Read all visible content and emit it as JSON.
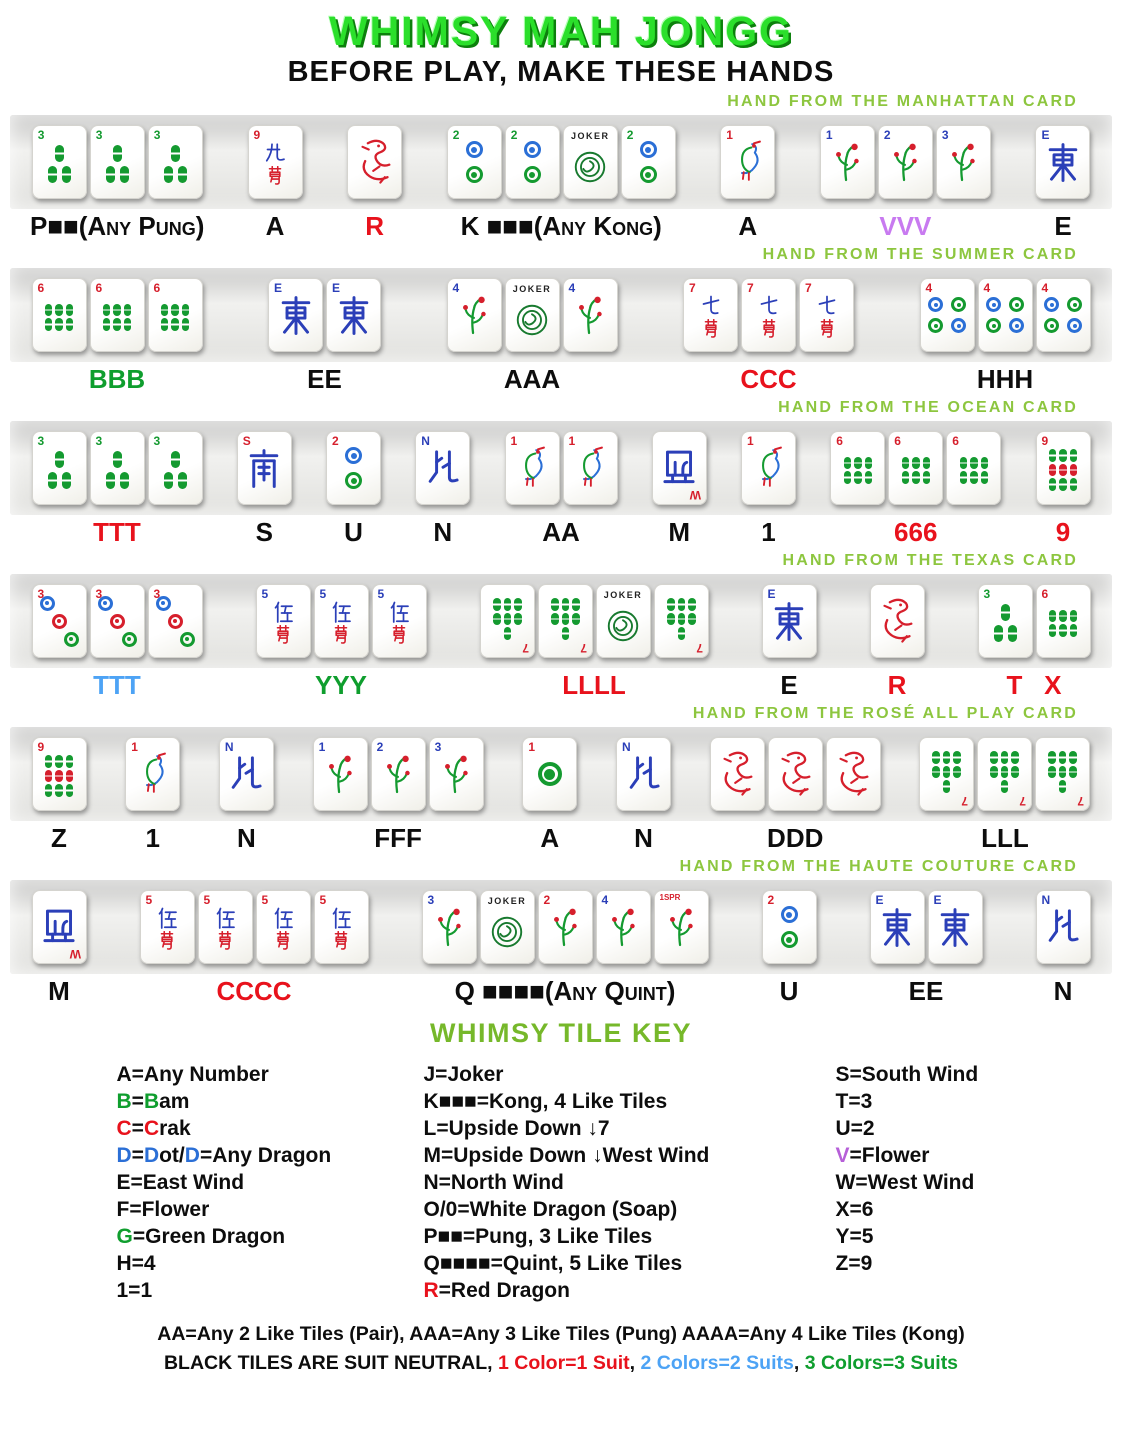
{
  "page": {
    "title": "WHIMSY MAH JONGG",
    "subtitle": "BEFORE PLAY, MAKE THESE HANDS"
  },
  "colors": {
    "title_green": "#2bdf2b",
    "card_label_green": "#8dc63f",
    "key_green": "#76b82a",
    "red": "#e8121c",
    "green": "#0f9e2e",
    "blue": "#2b6fd6",
    "light_blue": "#4da3f5",
    "purple": "#c87af0"
  },
  "tiles_text": {
    "joker": "JOKER"
  },
  "rows": [
    {
      "card": "HAND FROM THE MANHATTAN CARD",
      "groups": [
        {
          "label": "P■■(Any Pung)",
          "lc": "k",
          "tiles": [
            {
              "k": "bam",
              "n": 3
            },
            {
              "k": "bam",
              "n": 3
            },
            {
              "k": "bam",
              "n": 3
            }
          ]
        },
        {
          "label": "A",
          "lc": "k",
          "tiles": [
            {
              "k": "crak",
              "n": 9
            }
          ]
        },
        {
          "label": "R",
          "lc": "r",
          "tiles": [
            {
              "k": "dragon"
            }
          ]
        },
        {
          "label": "K ■■■(Any Kong)",
          "lc": "k",
          "tiles": [
            {
              "k": "dot",
              "n": 2,
              "cc": "g"
            },
            {
              "k": "dot",
              "n": 2,
              "cc": "g"
            },
            {
              "k": "joker"
            },
            {
              "k": "dot",
              "n": 2,
              "cc": "g"
            }
          ]
        },
        {
          "label": "A",
          "lc": "k",
          "tiles": [
            {
              "k": "bam",
              "n": 1
            }
          ]
        },
        {
          "label": "VVV",
          "lc": "p",
          "tiles": [
            {
              "k": "flower",
              "c": "1"
            },
            {
              "k": "flower",
              "c": "2"
            },
            {
              "k": "flower",
              "c": "3"
            }
          ]
        },
        {
          "label": "E",
          "lc": "k",
          "tiles": [
            {
              "k": "wind",
              "w": "E"
            }
          ]
        }
      ]
    },
    {
      "card": "HAND FROM THE SUMMER CARD",
      "groups": [
        {
          "label": "BBB",
          "lc": "g",
          "tiles": [
            {
              "k": "bam",
              "n": 6
            },
            {
              "k": "bam",
              "n": 6
            },
            {
              "k": "bam",
              "n": 6
            }
          ]
        },
        {
          "label": "EE",
          "lc": "k",
          "tiles": [
            {
              "k": "wind",
              "w": "E"
            },
            {
              "k": "wind",
              "w": "E"
            }
          ]
        },
        {
          "label": "AAA",
          "lc": "k",
          "tiles": [
            {
              "k": "flower",
              "c": "4"
            },
            {
              "k": "joker"
            },
            {
              "k": "flower",
              "c": "4"
            }
          ]
        },
        {
          "label": "CCC",
          "lc": "r",
          "tiles": [
            {
              "k": "crak",
              "n": 7
            },
            {
              "k": "crak",
              "n": 7
            },
            {
              "k": "crak",
              "n": 7
            }
          ]
        },
        {
          "label": "HHH",
          "lc": "k",
          "tiles": [
            {
              "k": "dot",
              "n": 4
            },
            {
              "k": "dot",
              "n": 4
            },
            {
              "k": "dot",
              "n": 4
            }
          ]
        }
      ]
    },
    {
      "card": "HAND FROM THE OCEAN CARD",
      "groups": [
        {
          "label": "TTT",
          "lc": "r",
          "tiles": [
            {
              "k": "bam",
              "n": 3
            },
            {
              "k": "bam",
              "n": 3
            },
            {
              "k": "bam",
              "n": 3
            }
          ]
        },
        {
          "label": "S",
          "lc": "k",
          "tiles": [
            {
              "k": "wind",
              "w": "S"
            }
          ]
        },
        {
          "label": "U",
          "lc": "k",
          "tiles": [
            {
              "k": "dot",
              "n": 2
            }
          ]
        },
        {
          "label": "N",
          "lc": "k",
          "tiles": [
            {
              "k": "wind",
              "w": "N"
            }
          ]
        },
        {
          "label": "AA",
          "lc": "k",
          "tiles": [
            {
              "k": "bam",
              "n": 1
            },
            {
              "k": "bam",
              "n": 1
            }
          ]
        },
        {
          "label": "M",
          "lc": "k",
          "tiles": [
            {
              "k": "wind",
              "w": "W",
              "flip": true
            }
          ]
        },
        {
          "label": "1",
          "lc": "k",
          "tiles": [
            {
              "k": "bam",
              "n": 1
            }
          ]
        },
        {
          "label": "666",
          "lc": "r",
          "tiles": [
            {
              "k": "bam",
              "n": 6
            },
            {
              "k": "bam",
              "n": 6
            },
            {
              "k": "bam",
              "n": 6
            }
          ]
        },
        {
          "label": "9",
          "lc": "r",
          "tiles": [
            {
              "k": "bam",
              "n": 9
            }
          ]
        }
      ]
    },
    {
      "card": "HAND FROM THE TEXAS CARD",
      "groups": [
        {
          "label": "TTT",
          "lc": "lb",
          "tiles": [
            {
              "k": "dot",
              "n": 3
            },
            {
              "k": "dot",
              "n": 3
            },
            {
              "k": "dot",
              "n": 3
            }
          ]
        },
        {
          "label": "YYY",
          "lc": "g",
          "tiles": [
            {
              "k": "crak",
              "n": 5,
              "cc": "b"
            },
            {
              "k": "crak",
              "n": 5,
              "cc": "b"
            },
            {
              "k": "crak",
              "n": 5,
              "cc": "b"
            }
          ]
        },
        {
          "label": "LLLL",
          "lc": "r",
          "tiles": [
            {
              "k": "bam",
              "n": 7,
              "flip": true
            },
            {
              "k": "bam",
              "n": 7,
              "flip": true
            },
            {
              "k": "joker"
            },
            {
              "k": "bam",
              "n": 7,
              "flip": true
            }
          ]
        },
        {
          "label": "E",
          "lc": "k",
          "tiles": [
            {
              "k": "wind",
              "w": "E"
            }
          ]
        },
        {
          "label": "R",
          "lc": "r",
          "tiles": [
            {
              "k": "dragon"
            }
          ]
        },
        {
          "label": "T   X",
          "lc": "r",
          "tiles": [
            {
              "k": "bam",
              "n": 3
            },
            {
              "k": "bam",
              "n": 6
            }
          ]
        }
      ]
    },
    {
      "card": "HAND FROM THE ROSÉ ALL PLAY CARD",
      "groups": [
        {
          "label": "Z",
          "lc": "k",
          "tiles": [
            {
              "k": "bam",
              "n": 9
            }
          ]
        },
        {
          "label": "1",
          "lc": "k",
          "tiles": [
            {
              "k": "bam",
              "n": 1
            }
          ]
        },
        {
          "label": "N",
          "lc": "k",
          "tiles": [
            {
              "k": "wind",
              "w": "N"
            }
          ]
        },
        {
          "label": "FFF",
          "lc": "k",
          "tiles": [
            {
              "k": "flower",
              "c": "1"
            },
            {
              "k": "flower",
              "c": "2"
            },
            {
              "k": "flower",
              "c": "3"
            }
          ]
        },
        {
          "label": "A",
          "lc": "k",
          "tiles": [
            {
              "k": "dot",
              "n": 1
            }
          ]
        },
        {
          "label": "N",
          "lc": "k",
          "tiles": [
            {
              "k": "wind",
              "w": "N"
            }
          ]
        },
        {
          "label": "DDD",
          "lc": "k",
          "tiles": [
            {
              "k": "dragon"
            },
            {
              "k": "dragon"
            },
            {
              "k": "dragon"
            }
          ]
        },
        {
          "label": "LLL",
          "lc": "k",
          "tiles": [
            {
              "k": "bam",
              "n": 7,
              "flip": true
            },
            {
              "k": "bam",
              "n": 7,
              "flip": true
            },
            {
              "k": "bam",
              "n": 7,
              "flip": true
            }
          ]
        }
      ]
    },
    {
      "card": "HAND FROM THE HAUTE COUTURE CARD",
      "groups": [
        {
          "label": "M",
          "lc": "k",
          "tiles": [
            {
              "k": "wind",
              "w": "W",
              "flip": true
            }
          ]
        },
        {
          "label": "CCCC",
          "lc": "r",
          "tiles": [
            {
              "k": "crak",
              "n": 5
            },
            {
              "k": "crak",
              "n": 5
            },
            {
              "k": "crak",
              "n": 5
            },
            {
              "k": "crak",
              "n": 5
            }
          ]
        },
        {
          "label": "Q ■■■■(Any Quint)",
          "lc": "k",
          "tiles": [
            {
              "k": "flower",
              "c": "3"
            },
            {
              "k": "joker"
            },
            {
              "k": "flower",
              "c": "2",
              "cc": "r"
            },
            {
              "k": "flower",
              "c": "4"
            },
            {
              "k": "flower",
              "c": "1SPR",
              "cc": "r"
            }
          ]
        },
        {
          "label": "U",
          "lc": "k",
          "tiles": [
            {
              "k": "dot",
              "n": 2
            }
          ]
        },
        {
          "label": "EE",
          "lc": "k",
          "tiles": [
            {
              "k": "wind",
              "w": "E"
            },
            {
              "k": "wind",
              "w": "E"
            }
          ]
        },
        {
          "label": "N",
          "lc": "k",
          "tiles": [
            {
              "k": "wind",
              "w": "N"
            }
          ]
        }
      ]
    }
  ],
  "key": {
    "title": "WHIMSY TILE KEY",
    "columns": [
      [
        [
          [
            "A=Any Number",
            ""
          ]
        ],
        [
          [
            "B",
            "g"
          ],
          [
            "=",
            ""
          ],
          [
            "B",
            "g"
          ],
          [
            "am",
            ""
          ]
        ],
        [
          [
            "C",
            "r"
          ],
          [
            "=",
            ""
          ],
          [
            "C",
            "r"
          ],
          [
            "rak",
            ""
          ]
        ],
        [
          [
            "D",
            "b"
          ],
          [
            "=",
            ""
          ],
          [
            "D",
            "b"
          ],
          [
            "ot/",
            ""
          ],
          [
            "D",
            "b"
          ],
          [
            "=Any Dragon",
            ""
          ]
        ],
        [
          [
            "E=East Wind",
            ""
          ]
        ],
        [
          [
            "F=Flower",
            ""
          ]
        ],
        [
          [
            "G",
            "g"
          ],
          [
            "=Green Dragon",
            ""
          ]
        ],
        [
          [
            "H=4",
            ""
          ]
        ],
        [
          [
            "1=1",
            ""
          ]
        ]
      ],
      [
        [
          [
            "J=Joker",
            ""
          ]
        ],
        [
          [
            "K■■■=Kong, 4 Like Tiles",
            ""
          ]
        ],
        [
          [
            "L=Upside Down ↓7",
            ""
          ]
        ],
        [
          [
            "M=Upside Down ↓West Wind",
            ""
          ]
        ],
        [
          [
            "N=North Wind",
            ""
          ]
        ],
        [
          [
            "O/0=White Dragon (Soap)",
            ""
          ]
        ],
        [
          [
            "P■■=Pung, 3 Like Tiles",
            ""
          ]
        ],
        [
          [
            "Q■■■■=Quint, 5 Like Tiles",
            ""
          ]
        ],
        [
          [
            "R",
            "r"
          ],
          [
            "=Red Dragon",
            ""
          ]
        ]
      ],
      [
        [
          [
            "S=South Wind",
            ""
          ]
        ],
        [
          [
            "T=3",
            ""
          ]
        ],
        [
          [
            "U=2",
            ""
          ]
        ],
        [
          [
            "V",
            "p"
          ],
          [
            "=Flower",
            ""
          ]
        ],
        [
          [
            "W=West Wind",
            ""
          ]
        ],
        [
          [
            "X=6",
            ""
          ]
        ],
        [
          [
            "Y=5",
            ""
          ]
        ],
        [
          [
            "Z=9",
            ""
          ]
        ]
      ]
    ],
    "footnote1": "AA=Any 2 Like Tiles (Pair), AAA=Any 3 Like Tiles (Pung) AAAA=Any 4 Like Tiles (Kong)",
    "footnote2": [
      [
        "BLACK TILES ARE SUIT NEUTRAL, ",
        ""
      ],
      [
        "1 Color=1 Suit",
        "r"
      ],
      [
        ", ",
        ""
      ],
      [
        "2 Colors=2 Suits",
        "lb"
      ],
      [
        ", ",
        ""
      ],
      [
        "3 Colors=3 Suits",
        "g"
      ]
    ]
  }
}
